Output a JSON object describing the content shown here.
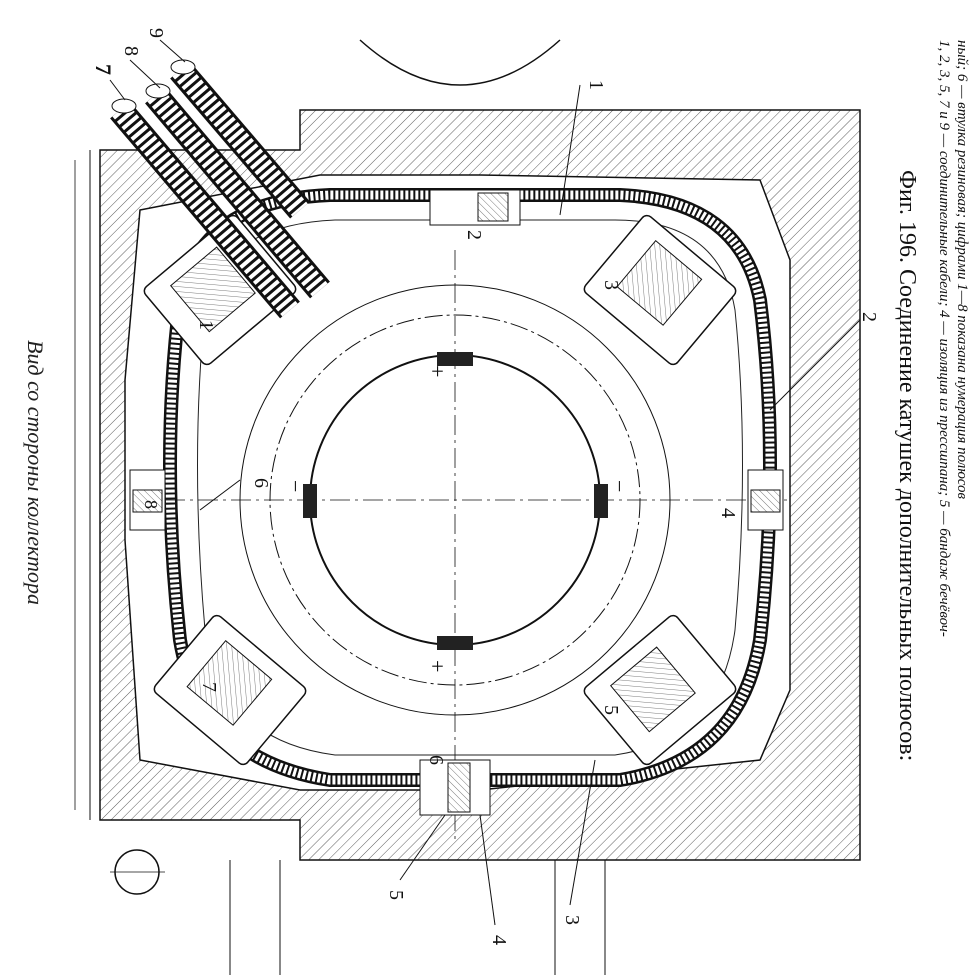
{
  "view_caption": "Вид со стороны коллектора",
  "figure_title": "Фиг. 196. Соединение катушек дополнительных полюсов:",
  "legend_line1": "1, 2, 3, 5, 7 и 9 — соединительные кабели; 4 — изоляция из прессшпана; 5 — бандаж бечёвоч-",
  "legend_line2": "ный; 6 — втулка резиновая; цифрами 1—8 показана нумерация полюсов",
  "leader_labels": {
    "l1": "1",
    "l2": "2",
    "l3": "3",
    "l4": "4",
    "l5": "5",
    "l6": "6",
    "l7": "7",
    "l8": "8",
    "l9": "9"
  },
  "pole_numbers": {
    "p1": "1",
    "p2": "2",
    "p3": "3",
    "p4": "4",
    "p5": "5",
    "p6": "6",
    "p7": "7",
    "p8": "8"
  },
  "polarity": {
    "top": "+",
    "bottom": "+",
    "left": "−",
    "right": "−"
  }
}
